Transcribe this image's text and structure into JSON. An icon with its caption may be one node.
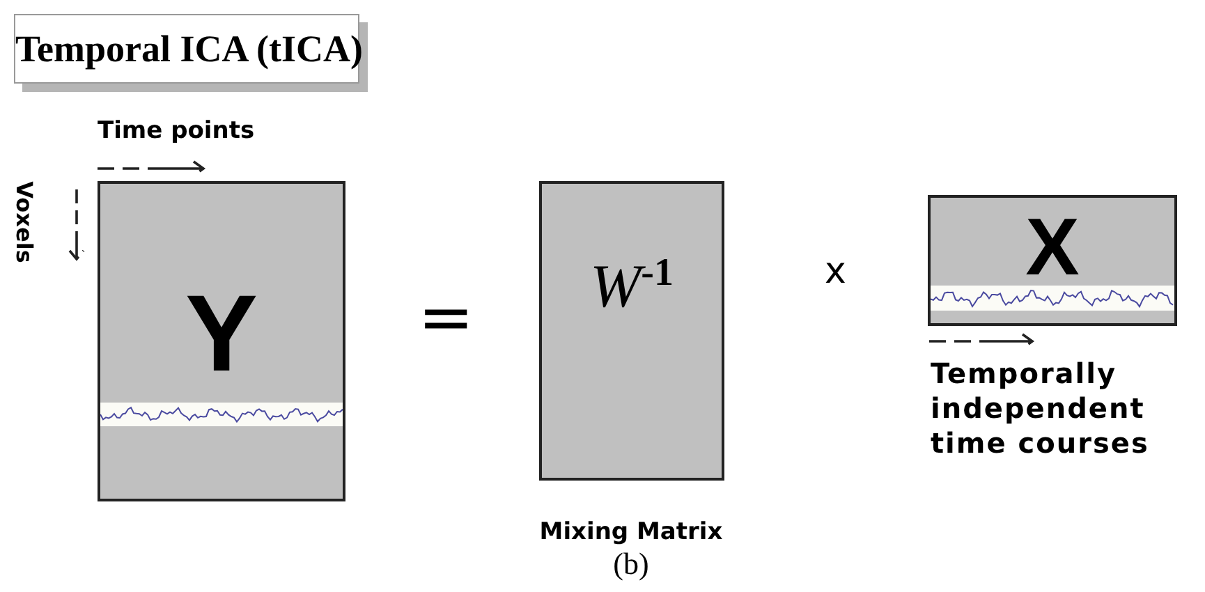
{
  "diagram": {
    "title": "Temporal ICA (tICA)",
    "caption": "(b)",
    "nodes": [
      {
        "text": [
          "Y"
        ]
      },
      {
        "text": [
          "*W*$^{-1}$"
        ],
        "beside": [
          "Mixing Matrix"
        ]
      },
      {
        "text": [
          "X"
        ],
        "beside": [
          "Temporally independent time courses"
        ]
      }
    ],
    "edges": [],
    "labels": [
      "Time points",
      "Voxels",
      "=",
      "x"
    ]
  }
}
